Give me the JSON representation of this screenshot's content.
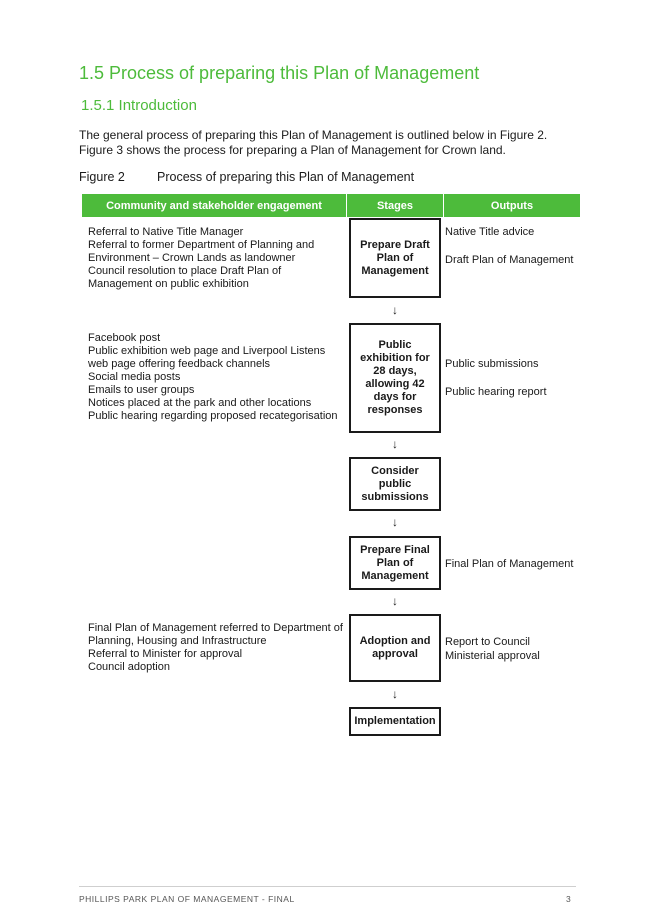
{
  "heading": "1.5 Process of preparing this Plan of Management",
  "subheading": "1.5.1 Introduction",
  "intro": "The general process of preparing this Plan of Management is outlined below in Figure 2. Figure 3 shows the process for preparing a Plan of Management for Crown land.",
  "figure": {
    "number": "Figure 2",
    "title": "Process of preparing this Plan of Management"
  },
  "table_headers": {
    "community": "Community and stakeholder engagement",
    "stages": "Stages",
    "outputs": "Outputs"
  },
  "arrow_glyph": "↓",
  "stages": [
    "Prepare Draft Plan of Management",
    "Public exhibition for 28 days, allowing 42 days for responses",
    "Consider public submissions",
    "Prepare Final Plan of Management",
    "Adoption and approval",
    "Implementation"
  ],
  "community": {
    "group1": [
      "Referral to Native Title Manager",
      "Referral to former Department of Planning and Environment – Crown Lands as landowner",
      "Council resolution to place Draft Plan of Management on public exhibition"
    ],
    "group2": [
      "Facebook post",
      "Public exhibition web page and Liverpool Listens web page offering feedback channels",
      "Social media posts",
      "Emails to user groups",
      "Notices placed at the park and other locations",
      "Public hearing regarding proposed recategorisation"
    ],
    "group5": [
      "Final Plan of Management referred to Department of Planning, Housing and Infrastructure",
      "Referral to Minister for approval",
      "Council adoption"
    ]
  },
  "outputs": {
    "stage1": [
      "Native Title advice",
      "Draft Plan of Management"
    ],
    "stage2": [
      "Public submissions",
      "Public hearing report"
    ],
    "stage4": [
      "Final Plan of Management"
    ],
    "stage5": [
      "Report to Council",
      "Ministerial approval"
    ]
  },
  "footer": {
    "title": "PHILLIPS PARK PLAN OF MANAGEMENT - FINAL",
    "page": "3"
  }
}
